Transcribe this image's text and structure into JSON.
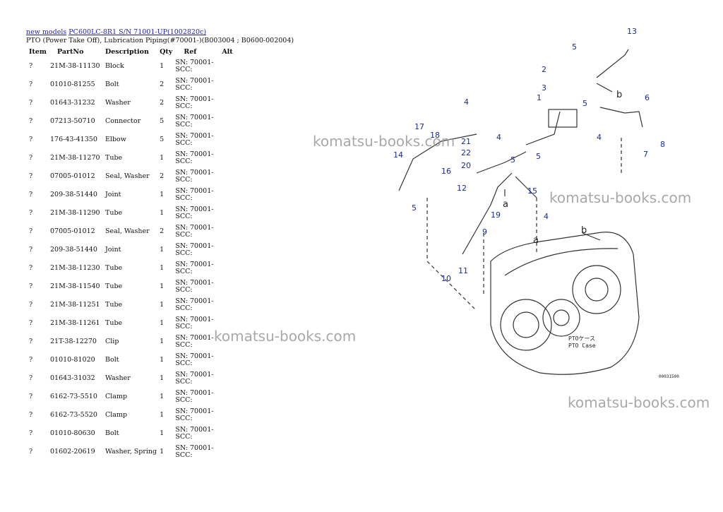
{
  "breadcrumb": {
    "link1": "new models",
    "link2": "PC600LC-8R1 S/N 71001-UP(1002820c)"
  },
  "subtitle": "PTO (Power Take Off), Lubrication Piping(#70001-)(B003004 ; B0600-002004)",
  "table": {
    "headers": [
      "Item",
      "PartNo",
      "Description",
      "Qty",
      "Ref",
      "Alt"
    ],
    "rows": [
      {
        "item": "?",
        "part": "21M-38-11130",
        "desc": "Block",
        "qty": "1",
        "ref": "SN: 70001-\nSCC:"
      },
      {
        "item": "?",
        "part": "01010-81255",
        "desc": "Bolt",
        "qty": "2",
        "ref": "SN: 70001-\nSCC:"
      },
      {
        "item": "?",
        "part": "01643-31232",
        "desc": "Washer",
        "qty": "2",
        "ref": "SN: 70001-\nSCC:"
      },
      {
        "item": "?",
        "part": "07213-50710",
        "desc": "Connector",
        "qty": "5",
        "ref": "SN: 70001-\nSCC:"
      },
      {
        "item": "?",
        "part": "176-43-41350",
        "desc": "Elbow",
        "qty": "5",
        "ref": "SN: 70001-\nSCC:"
      },
      {
        "item": "?",
        "part": "21M-38-11270",
        "desc": "Tube",
        "qty": "1",
        "ref": "SN: 70001-\nSCC:"
      },
      {
        "item": "?",
        "part": "07005-01012",
        "desc": "Seal, Washer",
        "qty": "2",
        "ref": "SN: 70001-\nSCC:"
      },
      {
        "item": "?",
        "part": "209-38-51440",
        "desc": "Joint",
        "qty": "1",
        "ref": "SN: 70001-\nSCC:"
      },
      {
        "item": "?",
        "part": "21M-38-11290",
        "desc": "Tube",
        "qty": "1",
        "ref": "SN: 70001-\nSCC:"
      },
      {
        "item": "?",
        "part": "07005-01012",
        "desc": "Seal, Washer",
        "qty": "2",
        "ref": "SN: 70001-\nSCC:"
      },
      {
        "item": "?",
        "part": "209-38-51440",
        "desc": "Joint",
        "qty": "1",
        "ref": "SN: 70001-\nSCC:"
      },
      {
        "item": "?",
        "part": "21M-38-11230",
        "desc": "Tube",
        "qty": "1",
        "ref": "SN: 70001-\nSCC:"
      },
      {
        "item": "?",
        "part": "21M-38-11540",
        "desc": "Tube",
        "qty": "1",
        "ref": "SN: 70001-\nSCC:"
      },
      {
        "item": "?",
        "part": "21M-38-11251",
        "desc": "Tube",
        "qty": "1",
        "ref": "SN: 70001-\nSCC:"
      },
      {
        "item": "?",
        "part": "21M-38-11261",
        "desc": "Tube",
        "qty": "1",
        "ref": "SN: 70001-\nSCC:"
      },
      {
        "item": "?",
        "part": "21T-38-12270",
        "desc": "Clip",
        "qty": "1",
        "ref": "SN: 70001-\nSCC:"
      },
      {
        "item": "?",
        "part": "01010-81020",
        "desc": "Bolt",
        "qty": "1",
        "ref": "SN: 70001-\nSCC:"
      },
      {
        "item": "?",
        "part": "01643-31032",
        "desc": "Washer",
        "qty": "1",
        "ref": "SN: 70001-\nSCC:"
      },
      {
        "item": "?",
        "part": "6162-73-5510",
        "desc": "Clamp",
        "qty": "1",
        "ref": "SN: 70001-\nSCC:"
      },
      {
        "item": "?",
        "part": "6162-73-5520",
        "desc": "Clamp",
        "qty": "1",
        "ref": "SN: 70001-\nSCC:"
      },
      {
        "item": "?",
        "part": "01010-80630",
        "desc": "Bolt",
        "qty": "1",
        "ref": "SN: 70001-\nSCC:"
      },
      {
        "item": "?",
        "part": "01602-20619",
        "desc": "Washer, Spring",
        "qty": "1",
        "ref": "SN: 70001-\nSCC:"
      }
    ]
  },
  "diagram": {
    "callouts": [
      "1",
      "2",
      "3",
      "4",
      "4",
      "4",
      "4",
      "5",
      "5",
      "5",
      "5",
      "5",
      "6",
      "7",
      "8",
      "9",
      "10",
      "11",
      "12",
      "13",
      "14",
      "15",
      "16",
      "17",
      "18",
      "19",
      "20",
      "21",
      "22"
    ],
    "view_labels": [
      "a",
      "a",
      "b",
      "b"
    ],
    "case_label_jp": "PTOケース",
    "case_label_en": "PTO Case",
    "figure_code": "00031500",
    "line_color": "#333333",
    "callout_color": "#1a2a9a"
  },
  "watermarks": [
    "komatsu-books.com",
    "komatsu-books.com",
    "komatsu-books.com",
    "komatsu-books.com"
  ]
}
